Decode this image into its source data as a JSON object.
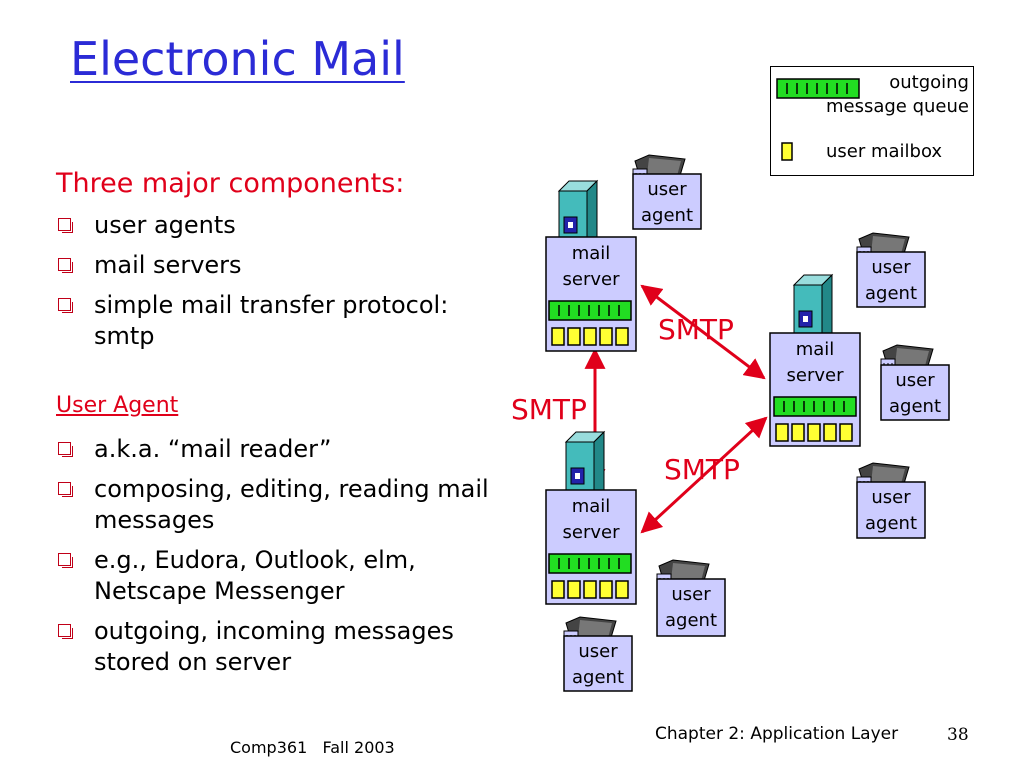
{
  "slide": {
    "title": "Electronic Mail",
    "heading": "Three major components:",
    "components": [
      "user agents",
      "mail servers",
      "simple mail transfer protocol: smtp"
    ],
    "subheading": "User Agent",
    "user_agent_points": [
      "a.k.a. “mail reader”",
      "composing, editing, reading mail messages",
      "e.g., Eudora, Outlook, elm, Netscape Messenger",
      "outgoing, incoming messages stored on server"
    ]
  },
  "legend": {
    "queue_label": "outgoing message queue",
    "mailbox_label": "user mailbox"
  },
  "diagram": {
    "mail_server_label": "mail server",
    "user_agent_label": "user agent",
    "protocol_label": "SMTP"
  },
  "footer": {
    "course": "Comp361   Fall 2003",
    "chapter": "Chapter 2: Application Layer",
    "page": "38"
  },
  "colors": {
    "title": "#2b2bd6",
    "accent_red": "#e0001a",
    "queue_green": "#22dd22",
    "mailbox_yellow": "#ffff33",
    "node_fill": "#ccccff",
    "tower_teal": "#44bbbb"
  }
}
